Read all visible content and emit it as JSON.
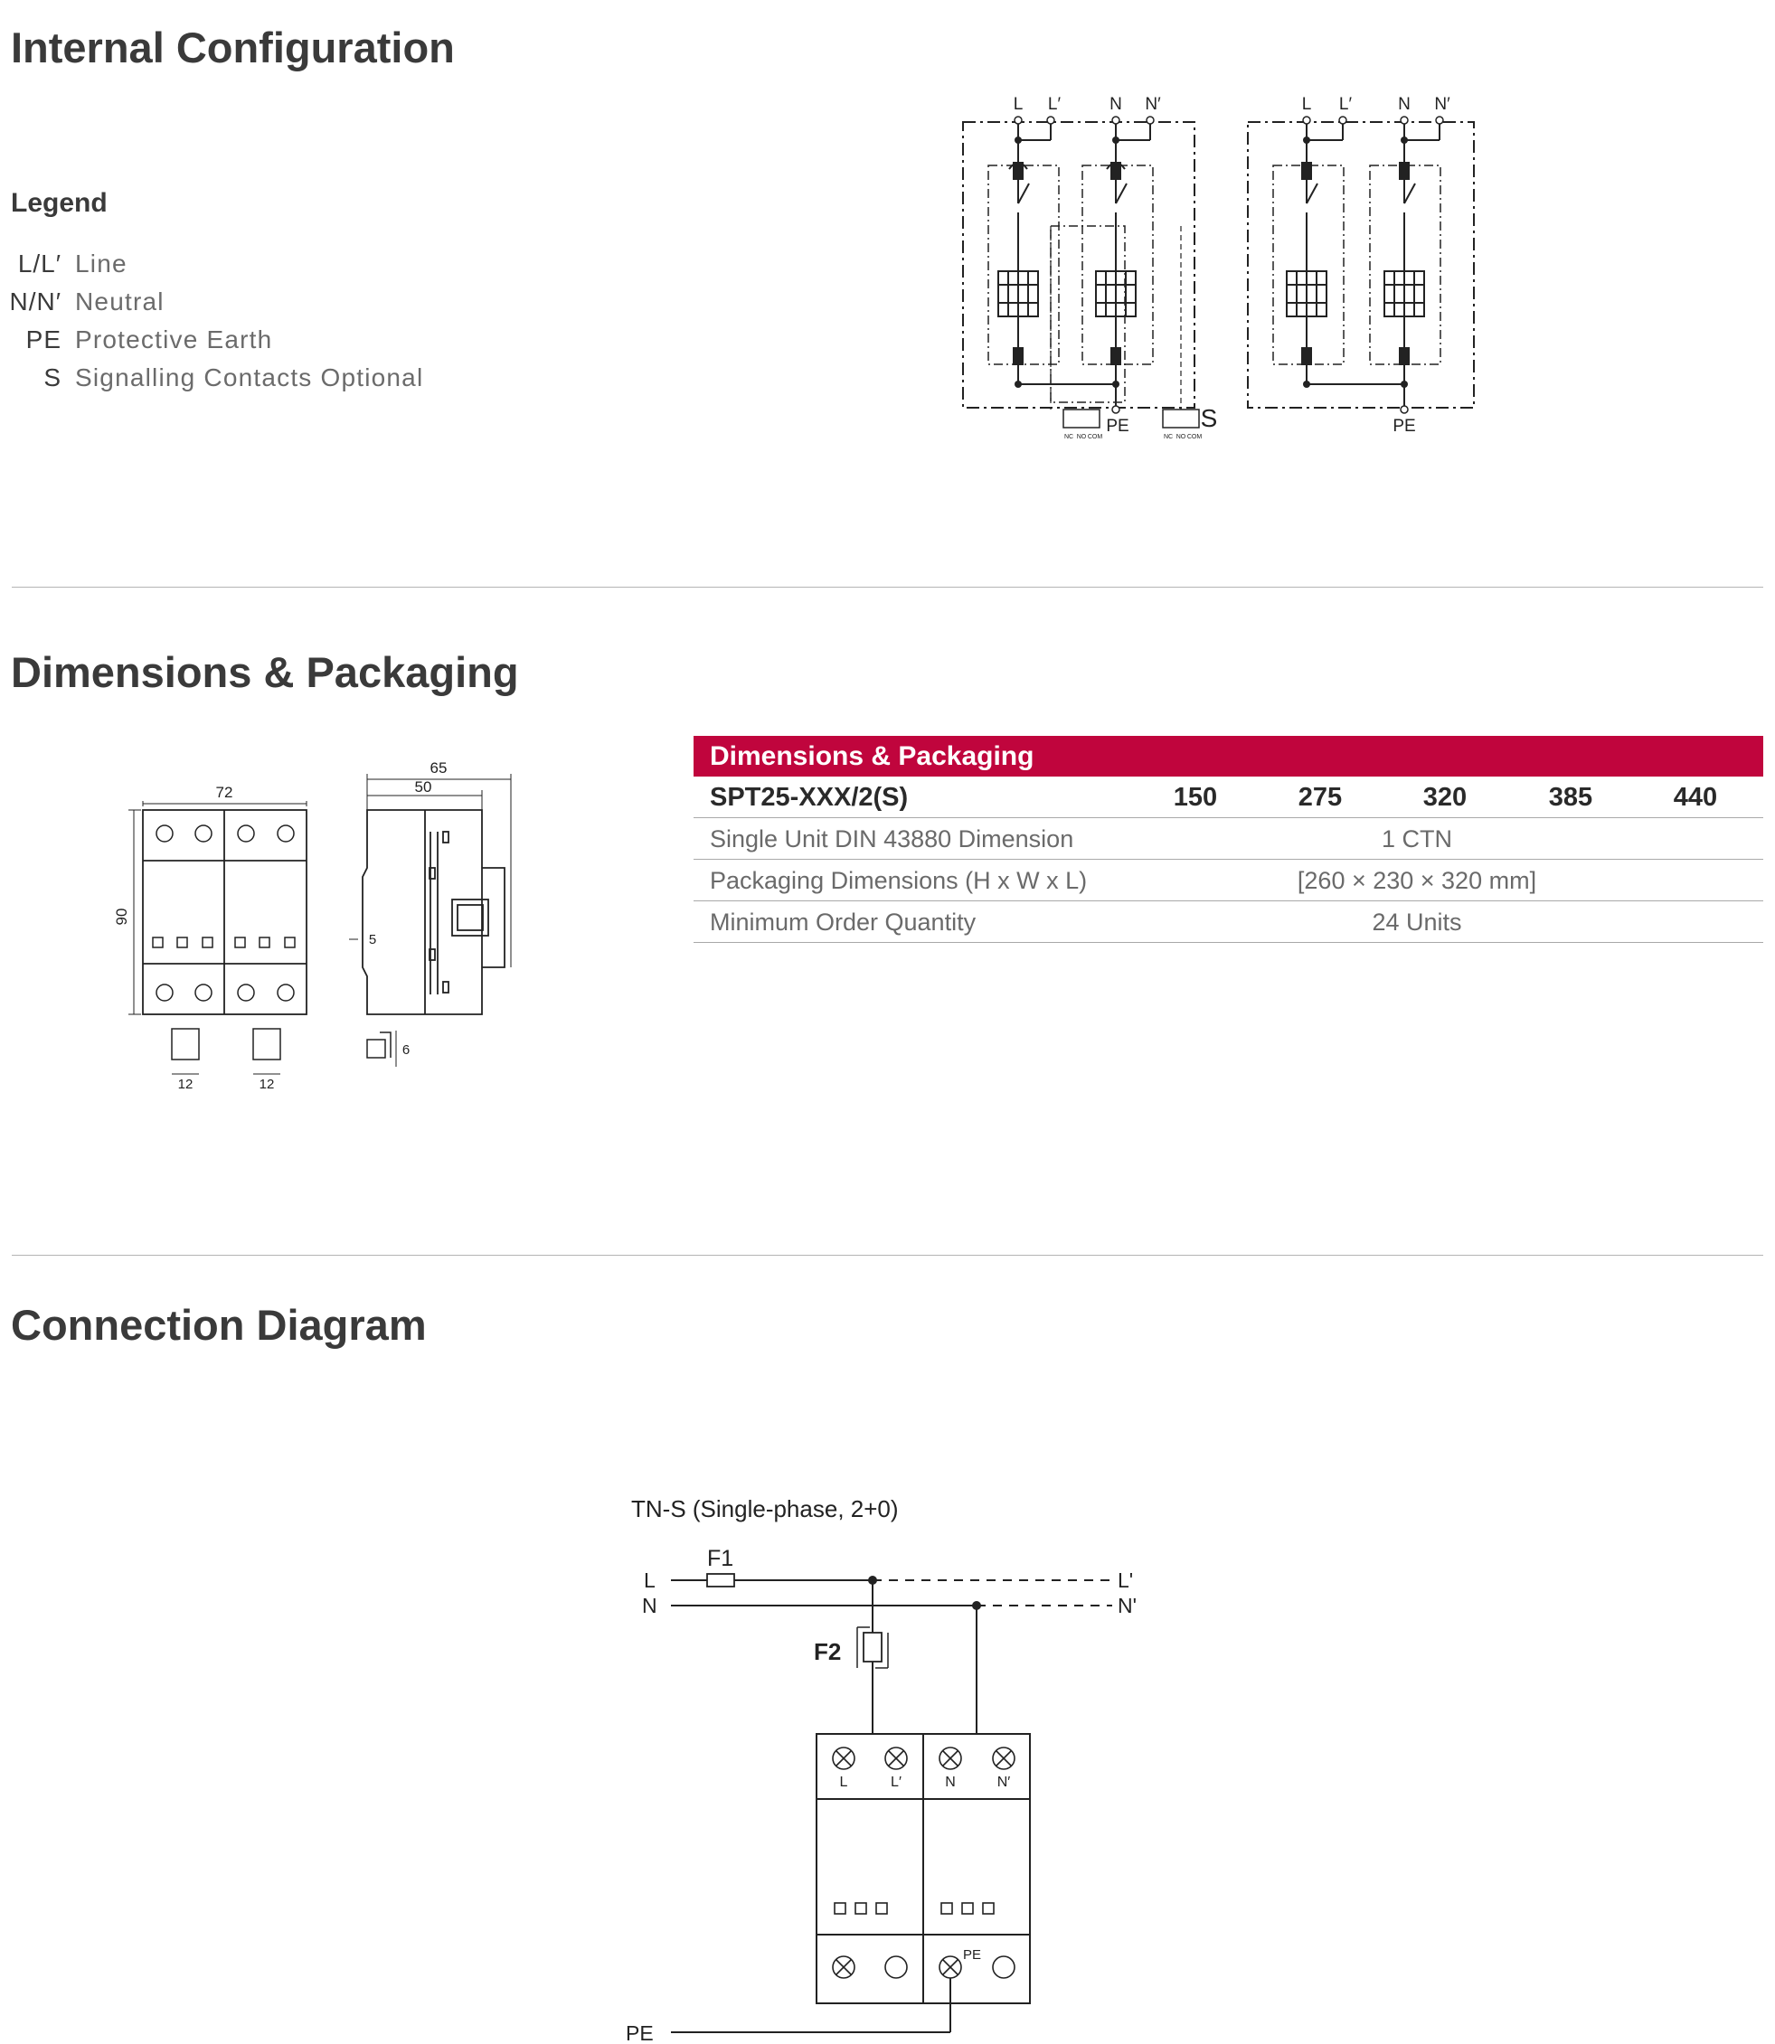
{
  "sections": {
    "internal": "Internal Configuration",
    "dimensions": "Dimensions & Packaging",
    "connection": "Connection Diagram"
  },
  "legend": {
    "title": "Legend",
    "items": [
      {
        "abbr": "L/L′",
        "desc": "Line"
      },
      {
        "abbr": "N/N′",
        "desc": "Neutral"
      },
      {
        "abbr": "PE",
        "desc": "Protective Earth"
      },
      {
        "abbr": "S",
        "desc": "Signalling Contacts Optional"
      }
    ]
  },
  "internal_diagram": {
    "terminals": [
      "L",
      "L′",
      "N",
      "N′"
    ],
    "pe_label": "PE",
    "signal_label": "S",
    "contact_labels": [
      "NC",
      "NO",
      "COM"
    ]
  },
  "dimension_drawing": {
    "width_72": "72",
    "height_90": "90",
    "depth_65": "65",
    "depth_50": "50",
    "dim_5": "5",
    "dim_6": "6",
    "dim_12a": "12",
    "dim_12b": "12"
  },
  "table": {
    "header": "Dimensions & Packaging",
    "model": "SPT25-XXX/2(S)",
    "voltages": [
      "150",
      "275",
      "320",
      "385",
      "440"
    ],
    "rows": [
      {
        "label": "Single Unit DIN 43880 Dimension",
        "value": "1 CTN"
      },
      {
        "label": "Packaging Dimensions (H x W x L)",
        "value": "[260 × 230 × 320 mm]"
      },
      {
        "label": "Minimum Order Quantity",
        "value": "24 Units"
      }
    ]
  },
  "connection": {
    "title": "TN-S (Single-phase, 2+0)",
    "fuse1": "F1",
    "fuse2": "F2",
    "line_in": "L",
    "neutral_in": "N",
    "line_out": "L'",
    "neutral_out": "N'",
    "pe": "PE",
    "device_terminals": [
      "L",
      "L′",
      "N",
      "N′"
    ],
    "device_pe": "PE"
  }
}
